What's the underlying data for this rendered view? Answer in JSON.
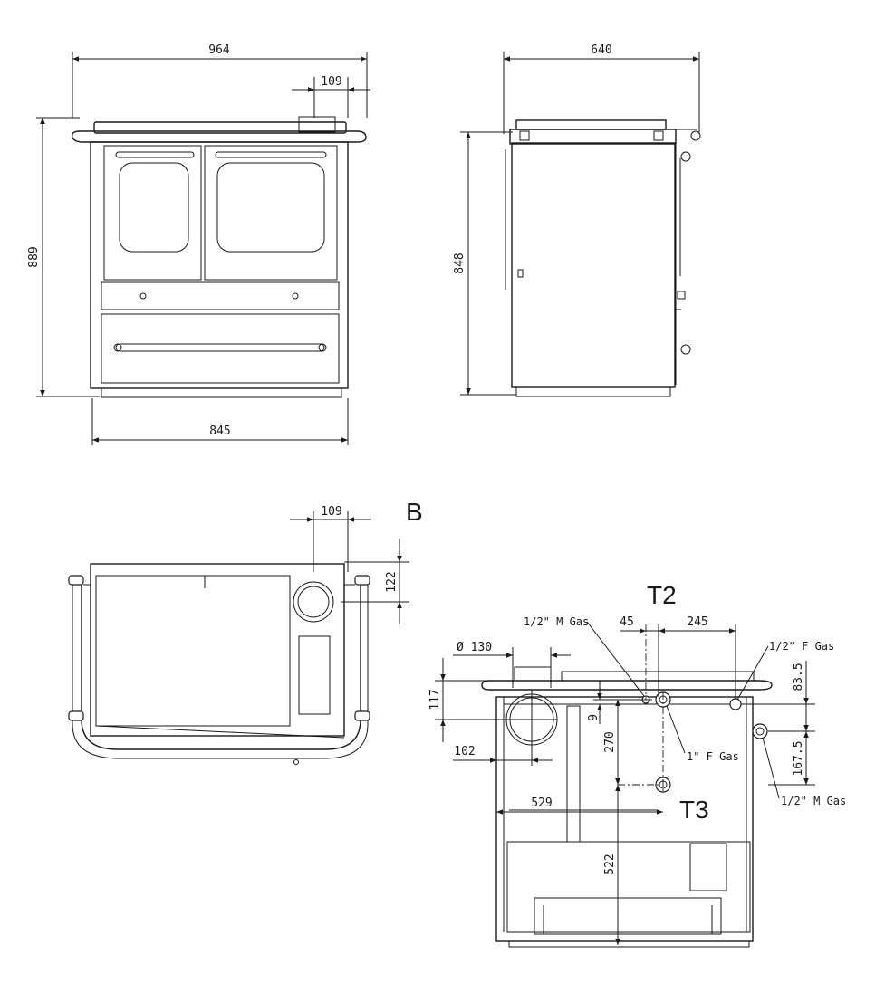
{
  "colors": {
    "line": "#1a1a1a",
    "background": "#ffffff"
  },
  "front_view": {
    "width_overall": "964",
    "width_body": "845",
    "height": "889",
    "flue_offset": "109"
  },
  "side_view": {
    "depth": "640",
    "height": "848"
  },
  "top_view": {
    "marker": "B",
    "flue_offset": "109",
    "flue_depth": "122"
  },
  "rear_view": {
    "label_t2": "T2",
    "label_t3": "T3",
    "diameter": "Ø 130",
    "dim_45": "45",
    "dim_245": "245",
    "dim_117": "117",
    "dim_9": "9",
    "dim_270": "270",
    "dim_102": "102",
    "dim_529": "529",
    "dim_522": "522",
    "dim_83_5": "83.5",
    "dim_167_5": "167.5",
    "conn_half_m_gas_top": "1/2\" M Gas",
    "conn_half_f_gas": "1/2\" F Gas",
    "conn_one_f_gas": "1\" F Gas",
    "conn_half_m_gas_right": "1/2\" M Gas"
  }
}
